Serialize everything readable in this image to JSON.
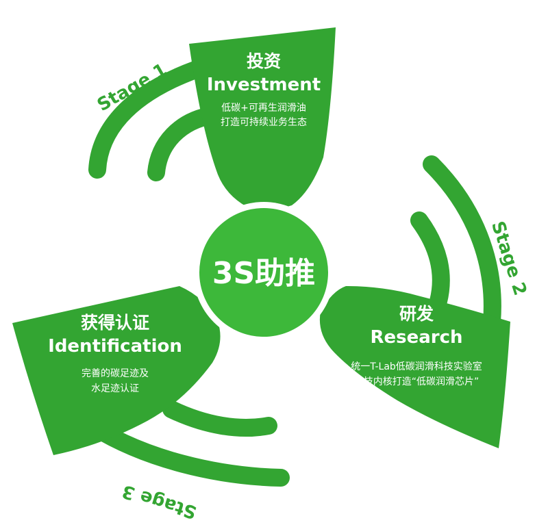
{
  "colors": {
    "green": "#33a532",
    "green_dark": "#2b9a2c",
    "center": "#3db83a",
    "text": "#ffffff"
  },
  "center": {
    "label": "3S助推"
  },
  "investment": {
    "title_cn": "投资",
    "title_en": "Investment",
    "desc_1": "低碳+可再生润滑油",
    "desc_2": "打造可持续业务生态",
    "stage_label": "Stage 1"
  },
  "research": {
    "title_cn": "研发",
    "title_en": "Research",
    "desc_1": "统一T-Lab低碳润滑科技实验室",
    "desc_2": "科技内核打造“低碳润滑芯片”",
    "stage_label": "Stage 2"
  },
  "identification": {
    "title_cn": "获得认证",
    "title_en": "Identification",
    "desc_1": "完善的碳足迹及",
    "desc_2": "水足迹认证",
    "stage_label": "Stage 3"
  }
}
